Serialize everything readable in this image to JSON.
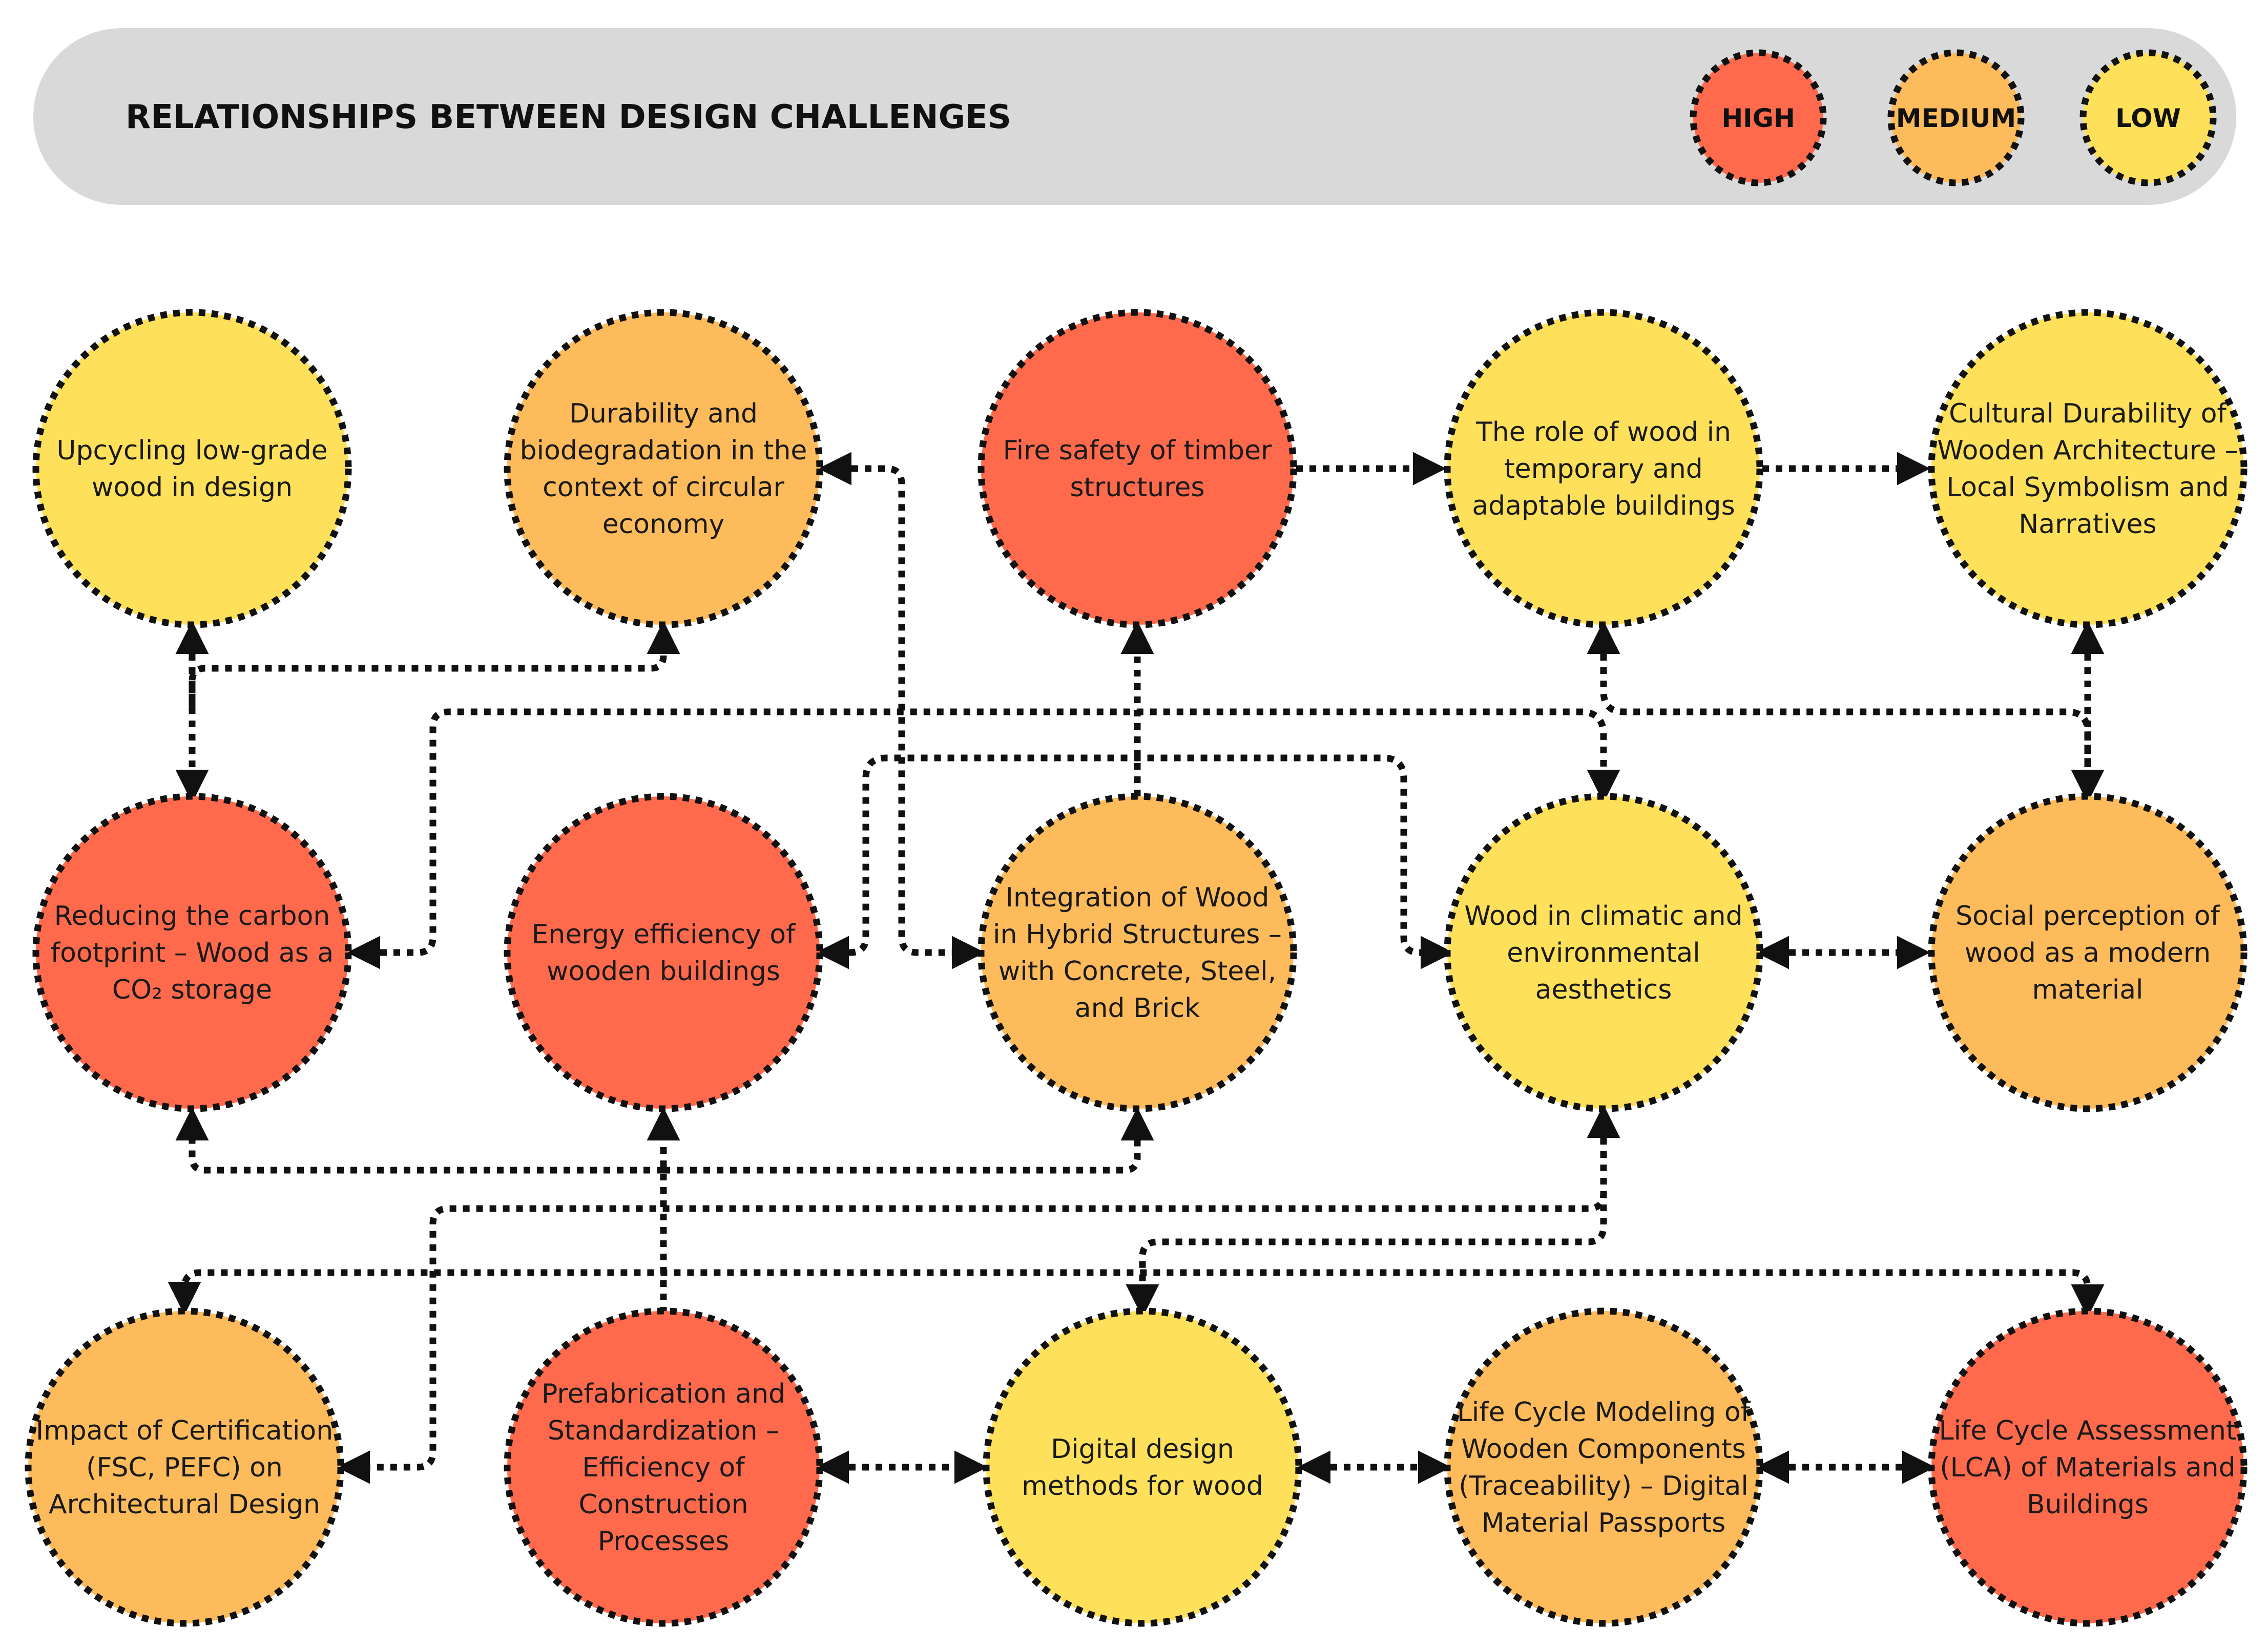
{
  "header": {
    "title": "RELATIONSHIPS BETWEEN DESIGN CHALLENGES",
    "legend": [
      {
        "id": "high",
        "label": "HIGH",
        "color": "#ff6a4d"
      },
      {
        "id": "medium",
        "label": "MEDIUM",
        "color": "#fdbb5b"
      },
      {
        "id": "low",
        "label": "LOW",
        "color": "#fee05a"
      }
    ]
  },
  "nodes": [
    {
      "id": "upcycling",
      "level": "low",
      "lines": [
        "Upcycling low-grade",
        "wood in design"
      ]
    },
    {
      "id": "durability",
      "level": "medium",
      "lines": [
        "Durability and",
        "biodegradation in the",
        "context of circular",
        "economy"
      ]
    },
    {
      "id": "fire",
      "level": "high",
      "lines": [
        "Fire safety of timber",
        "structures"
      ]
    },
    {
      "id": "temporary",
      "level": "low",
      "lines": [
        "The role of wood in",
        "temporary and",
        "adaptable buildings"
      ]
    },
    {
      "id": "cultural",
      "level": "low",
      "lines": [
        "Cultural Durability of",
        "Wooden Architecture –",
        "Local Symbolism and",
        "Narratives"
      ]
    },
    {
      "id": "carbon",
      "level": "high",
      "lines": [
        "Reducing the carbon",
        "footprint – Wood as a",
        "CO₂ storage"
      ]
    },
    {
      "id": "energy",
      "level": "high",
      "lines": [
        "Energy efficiency of",
        "wooden buildings"
      ]
    },
    {
      "id": "hybrid",
      "level": "medium",
      "lines": [
        "Integration of Wood",
        "in Hybrid Structures –",
        "with Concrete, Steel,",
        "and Brick"
      ]
    },
    {
      "id": "climatic",
      "level": "low",
      "lines": [
        "Wood in climatic and",
        "environmental",
        "aesthetics"
      ]
    },
    {
      "id": "social",
      "level": "medium",
      "lines": [
        "Social perception of",
        "wood as a modern",
        "material"
      ]
    },
    {
      "id": "certification",
      "level": "medium",
      "lines": [
        "Impact of Certification",
        "(FSC, PEFC) on",
        "Architectural Design"
      ]
    },
    {
      "id": "prefab",
      "level": "high",
      "lines": [
        "Prefabrication and",
        "Standardization –",
        "Efficiency of",
        "Construction",
        "Processes"
      ]
    },
    {
      "id": "digital",
      "level": "low",
      "lines": [
        "Digital design",
        "methods for wood"
      ]
    },
    {
      "id": "lcmodel",
      "level": "medium",
      "lines": [
        "Life Cycle Modeling of",
        "Wooden Components",
        "(Traceability) – Digital",
        "Material Passports"
      ]
    },
    {
      "id": "lca",
      "level": "high",
      "lines": [
        "Life Cycle Assessment",
        "(LCA) of Materials and",
        "Buildings"
      ]
    }
  ],
  "edges": [
    {
      "from": "fire",
      "to": "temporary",
      "arrows": "end"
    },
    {
      "from": "temporary",
      "to": "cultural",
      "arrows": "end"
    },
    {
      "from": "upcycling",
      "to": "carbon",
      "arrows": "both"
    },
    {
      "from": "carbon",
      "to": "durability",
      "arrows": "end"
    },
    {
      "from": "carbon",
      "to": "climatic",
      "arrows": "both"
    },
    {
      "from": "durability",
      "to": "hybrid",
      "arrows": "both"
    },
    {
      "from": "hybrid",
      "to": "fire",
      "arrows": "end"
    },
    {
      "from": "energy",
      "to": "climatic",
      "arrows": "both"
    },
    {
      "from": "temporary",
      "to": "social",
      "arrows": "both"
    },
    {
      "from": "cultural",
      "to": "social",
      "arrows": "both"
    },
    {
      "from": "climatic",
      "to": "social",
      "arrows": "both"
    },
    {
      "from": "prefab",
      "to": "carbon",
      "arrows": "end"
    },
    {
      "from": "prefab",
      "to": "energy",
      "arrows": "end"
    },
    {
      "from": "prefab",
      "to": "hybrid",
      "arrows": "end"
    },
    {
      "from": "climatic",
      "to": "certification",
      "arrows": "end"
    },
    {
      "from": "climatic",
      "to": "digital",
      "arrows": "both"
    },
    {
      "from": "certification",
      "to": "lca",
      "arrows": "both"
    },
    {
      "from": "prefab",
      "to": "digital",
      "arrows": "both"
    },
    {
      "from": "digital",
      "to": "lcmodel",
      "arrows": "both"
    },
    {
      "from": "lcmodel",
      "to": "lca",
      "arrows": "both"
    }
  ]
}
